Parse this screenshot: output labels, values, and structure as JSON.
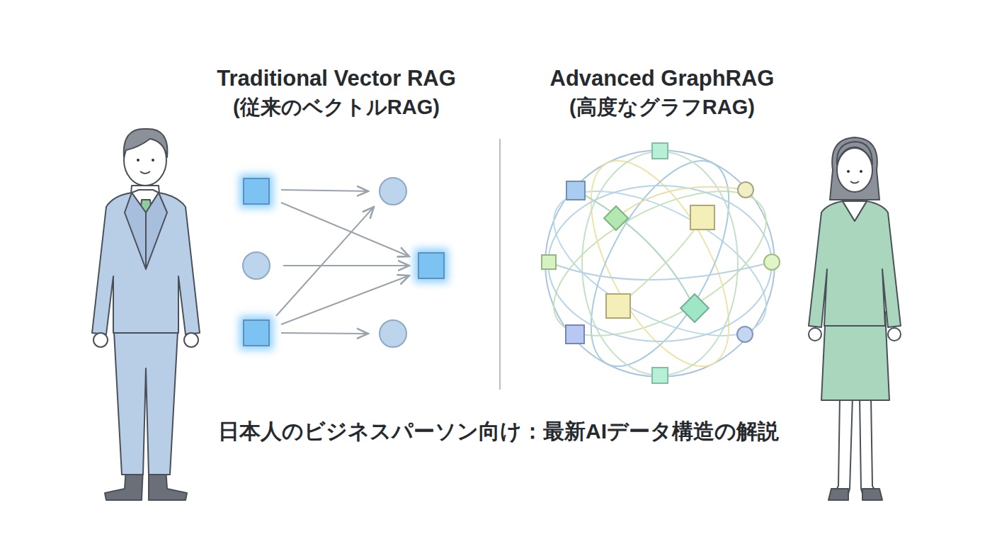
{
  "diagram": {
    "caption": "日本人のビジネスパーソン向け：最新AIデータ構造の解説",
    "labels": [
      "Traditional Vector RAG",
      "(従来のベクトルRAG)",
      "Advanced GraphRAG",
      "(高度なグラフRAG)"
    ]
  }
}
